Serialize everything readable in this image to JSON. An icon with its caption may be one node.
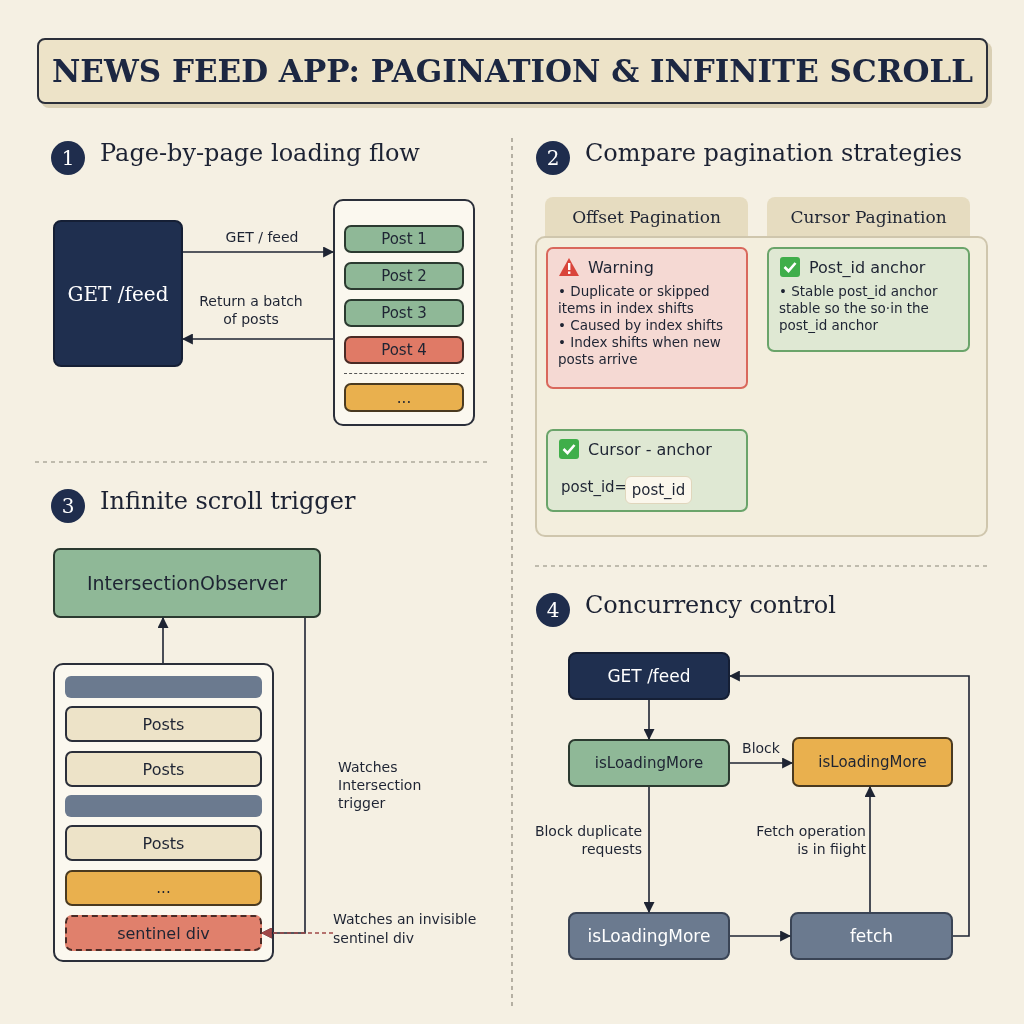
{
  "diagram": {
    "title": "NEWS FEED APP: PAGINATION & INFINITE SCROLL",
    "nodes": [
      {
        "text": [
          "1"
        ],
        "beside": [
          "Page-by-page loading flow"
        ]
      },
      {
        "text": [
          "GET /feed"
        ]
      },
      {
        "text": [],
        "shape": "box"
      },
      {
        "text": [
          "Post 1"
        ],
        "in": 2
      },
      {
        "text": [
          "Post 2"
        ],
        "in": 2
      },
      {
        "text": [
          "Post 3"
        ],
        "in": 2
      },
      {
        "text": [
          "Post 4"
        ],
        "in": 2
      },
      {
        "text": [
          "..."
        ],
        "in": 2
      },
      {
        "text": [
          "2"
        ],
        "beside": [
          "Compare pagination strategies"
        ]
      },
      {
        "text": [
          "Offset Pagination"
        ]
      },
      {
        "text": [
          "Cursor Pagination"
        ]
      },
      {
        "text": [],
        "shape": "box"
      },
      {
        "text": [
          "Warning",
          "• Duplicate or skipped items in index shifts",
          "• Caused by index shifts",
          "• Index shifts when new posts arrive"
        ],
        "in": 11
      },
      {
        "text": [
          "Post_id anchor",
          "• Stable post_id anchor stable so the so·in the post_id anchor"
        ],
        "in": 11
      },
      {
        "text": [
          "Cursor - anchor",
          "post_id="
        ],
        "in": 11
      },
      {
        "text": [
          "post_id"
        ],
        "in": 14
      },
      {
        "text": [
          "3"
        ],
        "beside": [
          "Infinite scroll trigger"
        ]
      },
      {
        "text": [
          "IntersectionObserver"
        ]
      },
      {
        "text": [],
        "shape": "box"
      },
      {
        "text": [],
        "shape": "bar",
        "in": 18
      },
      {
        "text": [
          "Posts"
        ],
        "in": 18
      },
      {
        "text": [
          "Posts"
        ],
        "in": 18
      },
      {
        "text": [],
        "shape": "bar",
        "in": 18
      },
      {
        "text": [
          "Posts"
        ],
        "in": 18
      },
      {
        "text": [
          "..."
        ],
        "in": 18
      },
      {
        "text": [
          "sentinel div"
        ],
        "in": 18
      },
      {
        "text": [
          "Watches an invisible sentinel div"
        ]
      },
      {
        "text": [
          "4"
        ],
        "beside": [
          "Concurrency control"
        ]
      },
      {
        "text": [
          "GET /feed"
        ]
      },
      {
        "text": [
          "isLoadingMore"
        ]
      },
      {
        "text": [
          "isLoadingMore"
        ]
      },
      {
        "text": [
          "isLoadingMore"
        ]
      },
      {
        "text": [
          "fetch"
        ]
      }
    ],
    "edges": [
      {
        "from": 1,
        "to": 2,
        "arrow": "to",
        "label": "GET / feed"
      },
      {
        "from": 2,
        "to": 1,
        "arrow": "to",
        "label": "Return a batch of posts"
      },
      {
        "from": 18,
        "to": 17,
        "arrow": "to"
      },
      {
        "from": 17,
        "to": 25,
        "arrow": "to",
        "label": "Watches Intersection trigger"
      },
      {
        "from": 26,
        "to": 25,
        "arrow": "to",
        "style": "dashed",
        "color": "#a04848"
      },
      {
        "from": 28,
        "to": 29,
        "arrow": "to"
      },
      {
        "from": 29,
        "to": 30,
        "arrow": "to",
        "label": "Block"
      },
      {
        "from": 29,
        "to": 31,
        "arrow": "to",
        "label": "Block duplicate requests"
      },
      {
        "from": 31,
        "to": 32,
        "arrow": "to"
      },
      {
        "from": 32,
        "to": 30,
        "arrow": "to",
        "label": "Fetch operation is in fiight"
      },
      {
        "from": 32,
        "to": 28,
        "arrow": "to"
      }
    ]
  }
}
